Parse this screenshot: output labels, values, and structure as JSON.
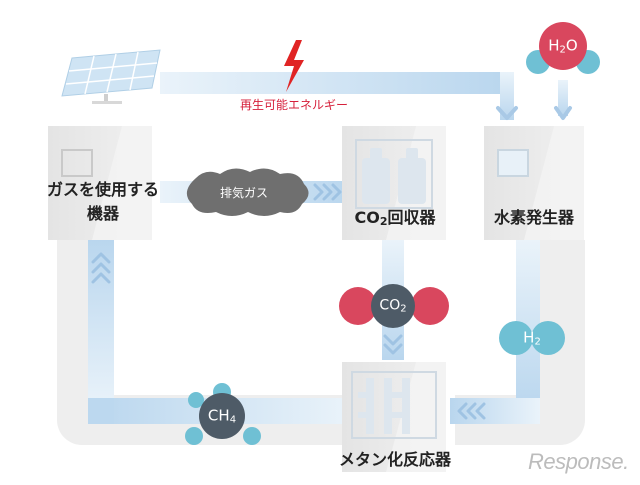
{
  "nodes": {
    "gas_device": "ガスを使用する\n機器",
    "co2_capture_prefix": "CO",
    "co2_capture_sub": "2",
    "co2_capture_suffix": "回収器",
    "hydrogen_gen": "水素発生器",
    "methanation": "メタン化反応器"
  },
  "labels": {
    "renewable": "再生可能エネルギー",
    "exhaust": "排気ガス"
  },
  "molecules": {
    "water": {
      "base": "H",
      "sub": "2",
      "tail": "O"
    },
    "co2": {
      "base": "CO",
      "sub": "2",
      "tail": ""
    },
    "h2": {
      "base": "H",
      "sub": "2",
      "tail": ""
    },
    "ch4": {
      "base": "CH",
      "sub": "4",
      "tail": ""
    }
  },
  "brand": "Response.",
  "colors": {
    "flow_blue": "#c9dff0",
    "flow_blue_dark": "#a9c9e6",
    "box_gray": "#e7e7e7",
    "molecule_red": "#d9475e",
    "molecule_dark": "#4e5b67",
    "molecule_teal": "#6fc0d4",
    "bolt_red": "#e02424",
    "renewable_text": "#d6203b"
  }
}
